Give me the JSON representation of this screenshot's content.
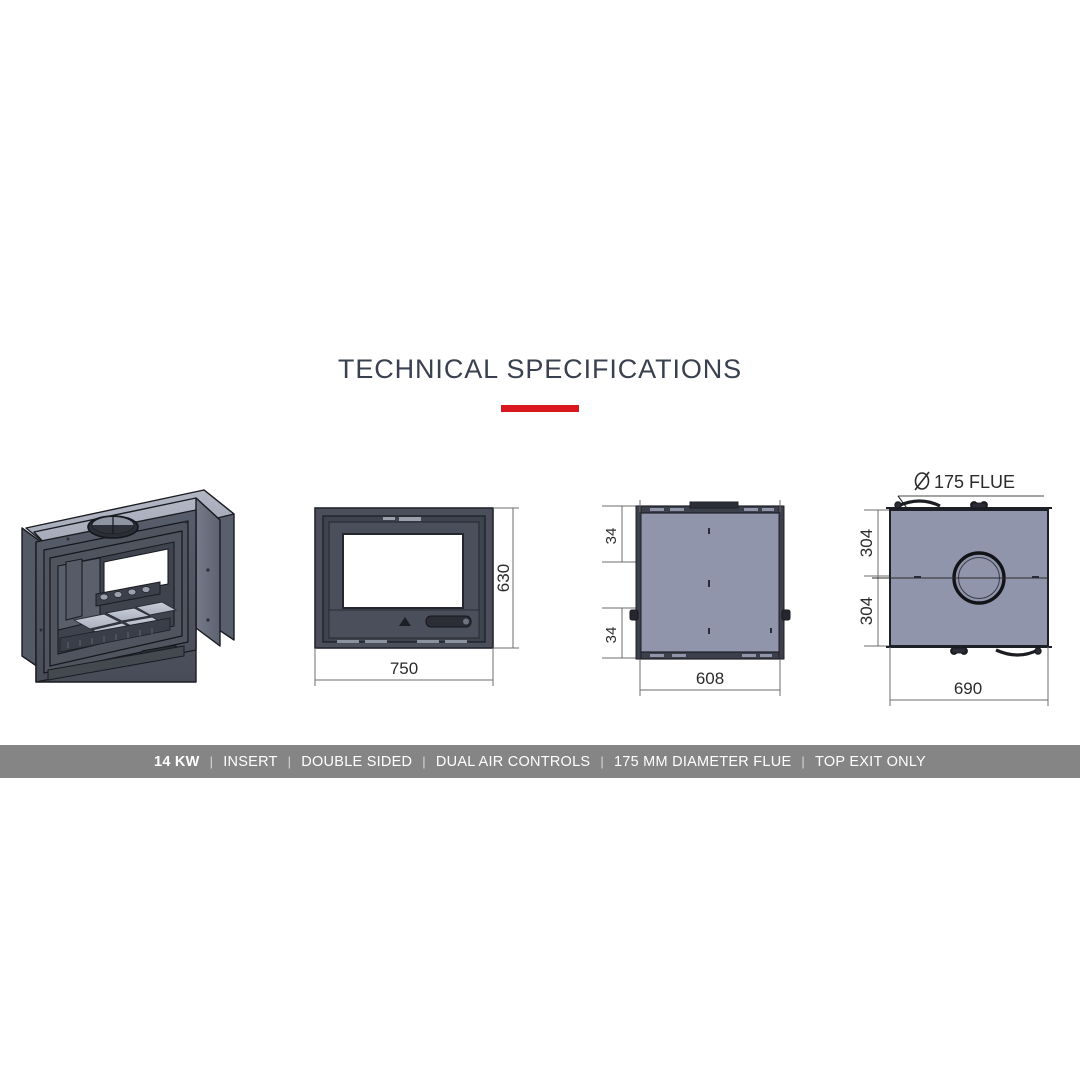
{
  "page": {
    "title": "TECHNICAL SPECIFICATIONS",
    "accent_color": "#d8171e",
    "title_color": "#39404f",
    "background": "#ffffff"
  },
  "spec_bar": {
    "background": "#858585",
    "text_color": "#ffffff",
    "separator": "|",
    "items": [
      {
        "label": "14 KW",
        "emphasis": true
      },
      {
        "label": "INSERT",
        "emphasis": false
      },
      {
        "label": "DOUBLE SIDED",
        "emphasis": false
      },
      {
        "label": "DUAL AIR CONTROLS",
        "emphasis": false
      },
      {
        "label": "175 MM DIAMETER FLUE",
        "emphasis": false
      },
      {
        "label": "TOP EXIT ONLY",
        "emphasis": false
      }
    ]
  },
  "views": {
    "isometric": {
      "name": "3D isometric view",
      "body_color": "#4b4f5c",
      "top_face_color": "#aeb3c2",
      "side_face_color": "#6e7383",
      "glass_color": "#ffffff"
    },
    "front": {
      "name": "Front elevation",
      "width_label": "750",
      "height_label": "630",
      "frame_color": "#4a4e5a",
      "glass_color": "#ffffff"
    },
    "side": {
      "name": "Side elevation",
      "width_label": "608",
      "top_offset_label": "34",
      "bottom_offset_label": "34",
      "body_color": "#9095ab"
    },
    "top": {
      "name": "Top / plan view",
      "width_label": "690",
      "top_offset_label": "304",
      "bottom_offset_label": "304",
      "flue_label": "Ø 175 FLUE",
      "body_color": "#9095ab"
    }
  }
}
